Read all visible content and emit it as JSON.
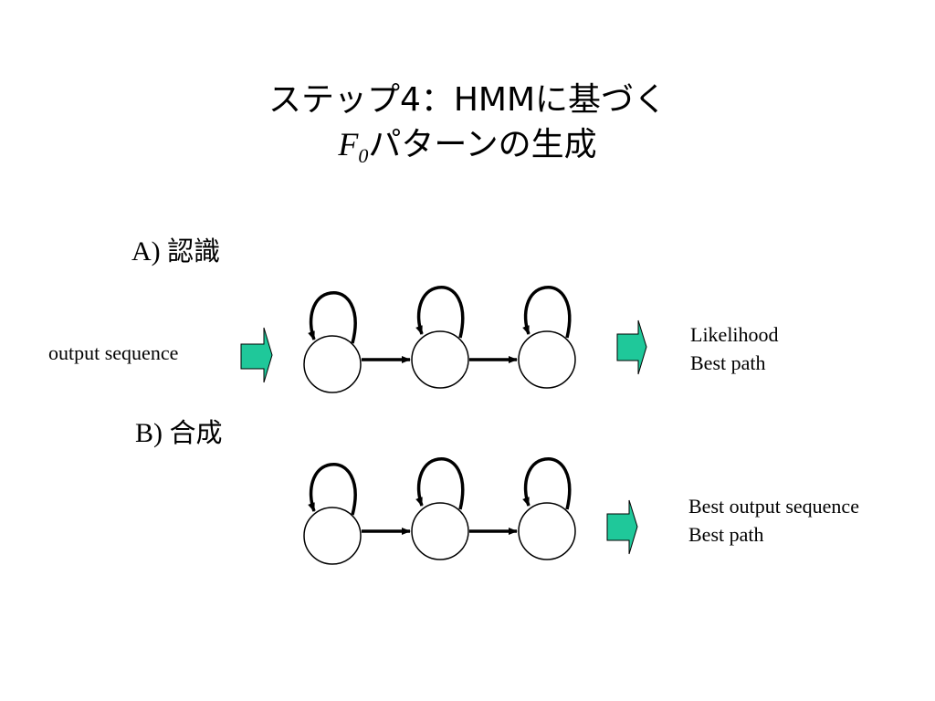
{
  "title": {
    "line1": "ステップ4：HMMに基づく",
    "line2_symbol": "F",
    "line2_subscript": "0",
    "line2_rest": "パターンの生成"
  },
  "section_a": {
    "prefix": "A)",
    "label": "認識",
    "input_text": "output sequence",
    "output_lines": [
      "Likelihood",
      "Best path"
    ]
  },
  "section_b": {
    "prefix": "B)",
    "label": "合成",
    "output_lines": [
      "Best output sequence",
      "Best path"
    ]
  },
  "colors": {
    "arrow_fill": "#1fc89a",
    "stroke": "#000000",
    "background": "#ffffff"
  }
}
